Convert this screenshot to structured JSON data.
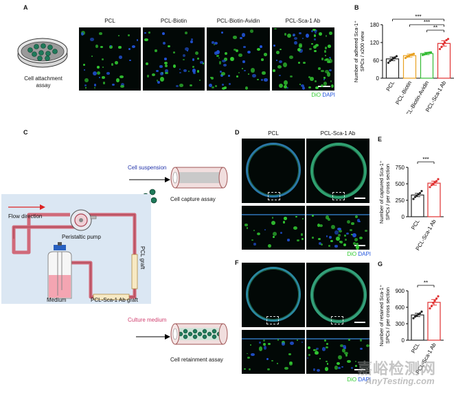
{
  "panels": {
    "A": {
      "letter": "A",
      "caption_line1": "Cell attachment",
      "caption_line2": "assay",
      "columns": [
        "PCL",
        "PCL-Biotin",
        "PCL-Biotin-Avidin",
        "PCL-Sca-1 Ab"
      ],
      "stain_dio": "DiO",
      "stain_dapi": "DAPI"
    },
    "B": {
      "letter": "B"
    },
    "C": {
      "letter": "C",
      "cell_suspension": "Cell suspension",
      "cell_capture_assay": "Cell capture assay",
      "flow_direction": "Flow direction",
      "peristaltic_pump": "Peristaltic pump",
      "pcl_graft": "PCL graft",
      "medium": "Medium",
      "pcl_sca_graft": "PCL-Sca-1 Ab graft",
      "culture_medium": "Culture medium",
      "cell_retainment_assay": "Cell retainment assay"
    },
    "D": {
      "letter": "D",
      "columns": [
        "PCL",
        "PCL-Sca-1 Ab"
      ],
      "stain_dio": "DiO",
      "stain_dapi": "DAPI"
    },
    "E": {
      "letter": "E"
    },
    "F": {
      "letter": "F",
      "stain_dio": "DiO",
      "stain_dapi": "DAPI"
    },
    "G": {
      "letter": "G"
    }
  },
  "watermark": {
    "cn": "嘉峪检测网",
    "en": "AnyTesting.com"
  },
  "colors": {
    "dio": "#33cc33",
    "dapi": "#2255dd",
    "pcl": "#222222",
    "biotin": "#e8a020",
    "avidin": "#33bb33",
    "sca": "#e03030"
  },
  "chart_data": [
    {
      "id": "B",
      "type": "bar",
      "categories": [
        "PCL",
        "PCL-Biotin",
        "PCL-Biotin-Avidin",
        "PCL-Sca-1 Ab"
      ],
      "values": [
        65,
        76,
        83,
        117
      ],
      "errors": [
        6,
        5,
        4,
        9
      ],
      "points": [
        [
          52,
          58,
          62,
          66,
          70,
          74
        ],
        [
          68,
          72,
          75,
          78,
          80,
          82
        ],
        [
          78,
          80,
          83,
          85,
          86,
          87
        ],
        [
          98,
          105,
          115,
          120,
          128,
          132
        ]
      ],
      "colors": [
        "#222222",
        "#e8a020",
        "#33bb33",
        "#e03030"
      ],
      "ylabel_line1": "Number of adhered Sca-1⁺",
      "ylabel_line2": "SPCs / x200 view",
      "ylim": [
        0,
        180
      ],
      "yticks": [
        0,
        60,
        120,
        180
      ],
      "significance": [
        {
          "from": 0,
          "to": 3,
          "label": "***"
        },
        {
          "from": 1,
          "to": 3,
          "label": "***"
        },
        {
          "from": 2,
          "to": 3,
          "label": "**"
        }
      ]
    },
    {
      "id": "E",
      "type": "bar",
      "categories": [
        "PCL",
        "PCL-Sca-1 Ab"
      ],
      "values": [
        330,
        510
      ],
      "errors": [
        25,
        30
      ],
      "points": [
        [
          270,
          300,
          320,
          340,
          360,
          390
        ],
        [
          450,
          480,
          500,
          520,
          540,
          570
        ]
      ],
      "colors": [
        "#222222",
        "#e03030"
      ],
      "ylabel_line1": "Number of captured Sca-1⁺",
      "ylabel_line2": "SPCs / per cross section",
      "ylim": [
        0,
        750
      ],
      "yticks": [
        0,
        250,
        500,
        750
      ],
      "significance": [
        {
          "from": 0,
          "to": 1,
          "label": "***"
        }
      ]
    },
    {
      "id": "G",
      "type": "bar",
      "categories": [
        "PCL",
        "PCL-Sca-1 Ab"
      ],
      "values": [
        460,
        690
      ],
      "errors": [
        30,
        50
      ],
      "points": [
        [
          400,
          430,
          450,
          470,
          490,
          520
        ],
        [
          580,
          620,
          680,
          720,
          760,
          800
        ]
      ],
      "colors": [
        "#222222",
        "#e03030"
      ],
      "ylabel_line1": "Number of retained Sca-1⁺",
      "ylabel_line2": "SPCs / per cross section",
      "ylim": [
        0,
        900
      ],
      "yticks": [
        0,
        300,
        600,
        900
      ],
      "significance": [
        {
          "from": 0,
          "to": 1,
          "label": "**"
        }
      ]
    }
  ]
}
